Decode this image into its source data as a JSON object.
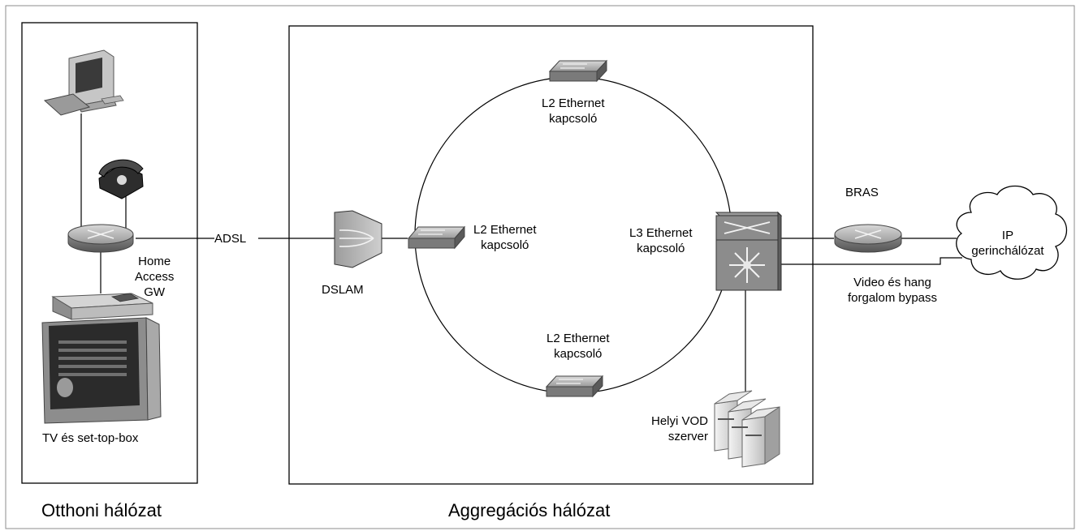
{
  "regions": {
    "home_network": "Otthoni hálózat",
    "aggregation_network": "Aggregációs hálózat"
  },
  "links": {
    "adsl": "ADSL",
    "bypass": [
      "Video és hang",
      "forgalom bypass"
    ]
  },
  "devices": {
    "home_gw": [
      "Home",
      "Access",
      "GW"
    ],
    "tv": "TV és set-top-box",
    "dslam": "DSLAM",
    "l2_top": [
      "L2 Ethernet",
      "kapcsoló"
    ],
    "l2_left": [
      "L2 Ethernet",
      "kapcsoló"
    ],
    "l2_bottom": [
      "L2 Ethernet",
      "kapcsoló"
    ],
    "l3": [
      "L3 Ethernet",
      "kapcsoló"
    ],
    "vod": [
      "Helyi VOD",
      "szerver"
    ],
    "bras": "BRAS",
    "ip_core": [
      "IP",
      "gerinchálózat"
    ]
  },
  "icons": [
    "computer-icon",
    "telephone-icon",
    "router-icon",
    "tv-settopbox-icon",
    "dslam-icon",
    "switch-icon",
    "l3-switch-icon",
    "server-icon",
    "cloud-icon"
  ]
}
